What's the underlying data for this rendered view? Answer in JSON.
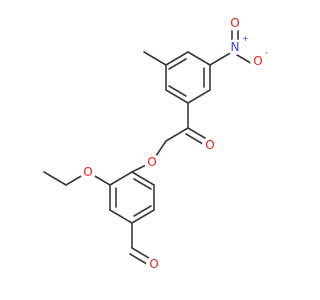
{
  "molecule": {
    "atoms": {
      "ester_O": {
        "symbol": "O",
        "color": "#e8251b"
      },
      "carbonyl_O": {
        "symbol": "O",
        "color": "#e8251b"
      },
      "ethoxy_O": {
        "symbol": "O",
        "color": "#e8251b"
      },
      "aldehyde_O": {
        "symbol": "O",
        "color": "#e8251b"
      },
      "nitro_N": {
        "symbol": "N",
        "charge": "+",
        "color": "#3949ff"
      },
      "nitro_O_double": {
        "symbol": "O",
        "color": "#e8251b"
      },
      "nitro_O_single": {
        "symbol": "O",
        "charge": "-",
        "color": "#e8251b"
      }
    },
    "bond_color": "#3a3a3a"
  }
}
